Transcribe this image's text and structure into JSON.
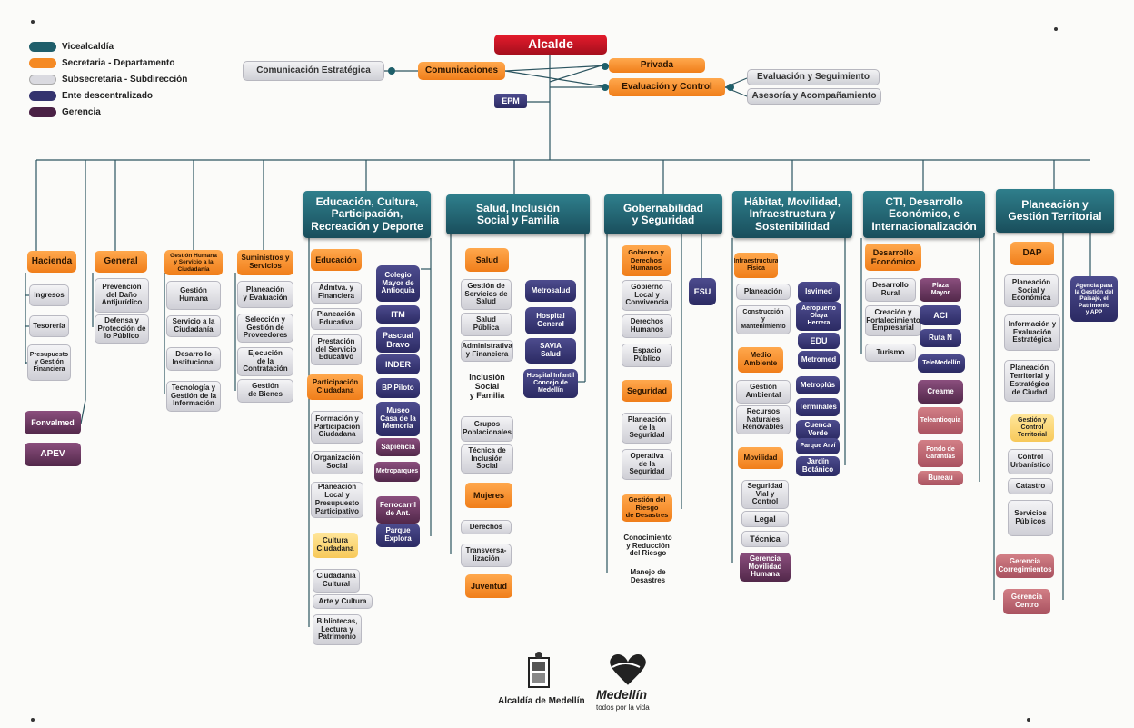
{
  "legend": [
    {
      "label": "Vicealcaldía",
      "color": "#1f5e6b"
    },
    {
      "label": "Secretaria - Departamento",
      "color": "#f58a24"
    },
    {
      "label": "Subsecretaria - Subdirección",
      "color": "#dadae0"
    },
    {
      "label": "Ente descentralizado",
      "color": "#34336e"
    },
    {
      "label": "Gerencia",
      "color": "#4a2145"
    }
  ],
  "top": {
    "alcalde": "Alcalde",
    "comunicacion_estrategica": "Comunicación Estratégica",
    "comunicaciones": "Comunicaciones",
    "privada": "Privada",
    "evaluacion_control": "Evaluación y Control",
    "evaluacion_seguimiento": "Evaluación y Seguimiento",
    "asesoria": "Asesoría y Acompañamiento",
    "epm": "EPM"
  },
  "left": {
    "hacienda": "Hacienda",
    "ingresos": "Ingresos",
    "tesoreria": "Tesorería",
    "presupuesto": "Presupuesto\ny Gestión\nFinanciera",
    "fonvalmed": "Fonvalmed",
    "apev": "APEV",
    "general": "General",
    "prevencion": "Prevención\ndel Daño\nAntijurídico",
    "defensa": "Defensa y\nProtección de\nlo Público",
    "gestion_humana_sec": "Gestión Humana\ny Servicio a la\nCiudadanía",
    "gestion_humana": "Gestión\nHumana",
    "servicio_ciudadania": "Servicio a la\nCiudadanía",
    "desarrollo_inst": "Desarrollo\nInstitucional",
    "tecnologia": "Tecnología y\nGestión de la\nInformación",
    "suministros": "Suministros y\nServicios",
    "planeacion_eval": "Planeación\ny Evaluación",
    "seleccion": "Selección y\nGestión de\nProveedores",
    "ejecucion": "Ejecución\nde la\nContratación",
    "bienes": "Gestión\nde Bienes"
  },
  "edu": {
    "vice": "Educación, Cultura,\nParticipación,\nRecreación y Deporte",
    "educacion": "Educación",
    "admtva": "Admtva. y\nFinanciera",
    "plan_edu": "Planeación\nEducativa",
    "prestacion": "Prestación\ndel Servicio\nEducativo",
    "participacion": "Participación\nCiudadana",
    "formacion": "Formación y\nParticipación\nCiudadana",
    "organizacion": "Organización\nSocial",
    "plan_local": "Planeación\nLocal y\nPresupuesto\nParticipativo",
    "cultura": "Cultura\nCiudadana",
    "ciud_cultural": "Ciudadanía\nCultural",
    "arte": "Arte y Cultura",
    "bibliotecas": "Bibliotecas,\nLectura y\nPatrimonio",
    "entes": [
      "Colegio\nMayor de\nAntioquia",
      "ITM",
      "Pascual\nBravo",
      "INDER",
      "BP Piloto",
      "Museo\nCasa de la\nMemoria",
      "Sapiencia",
      "Metroparques",
      "Ferrocarril\nde Ant.",
      "Parque\nExplora"
    ]
  },
  "salud": {
    "vice": "Salud, Inclusión\nSocial y Familia",
    "salud": "Salud",
    "gestion_serv": "Gestión de\nServicios de\nSalud",
    "salud_publica": "Salud\nPública",
    "admin_fin": "Administrativa\ny Financiera",
    "inclusion": "Inclusión\nSocial\ny Familia",
    "grupos": "Grupos\nPoblacionales",
    "tecnica": "Técnica de\nInclusión\nSocial",
    "mujeres": "Mujeres",
    "derechos": "Derechos",
    "transversal": "Transversa-\nlización",
    "juventud": "Juventud",
    "entes": [
      "Metrosalud",
      "Hospital\nGeneral",
      "SAVIA\nSalud",
      "Hospital Infantil\nConcejo de\nMedellín"
    ]
  },
  "gob": {
    "vice": "Gobernabilidad\ny Seguridad",
    "gobierno": "Gobierno y\nDerechos\nHumanos",
    "gob_local": "Gobierno\nLocal y\nConvivencia",
    "ddhh": "Derechos\nHumanos",
    "espacio": "Espacio\nPúblico",
    "seguridad": "Seguridad",
    "plan_seg": "Planeación\nde la\nSeguridad",
    "operativa": "Operativa\nde la\nSeguridad",
    "riesgo": "Gestión del\nRiesgo\nde Desastres",
    "conocimiento": "Conocimiento\ny Reducción\ndel Riesgo",
    "manejo": "Manejo de\nDesastres",
    "esu": "ESU"
  },
  "hab": {
    "vice": "Hábitat, Movilidad,\nInfraestructura y\nSostenibilidad",
    "infra": "Infraestructura\nFísica",
    "planeacion": "Planeación",
    "construccion": "Construcción\ny\nMantenimiento",
    "medio": "Medio\nAmbiente",
    "gest_amb": "Gestión\nAmbiental",
    "recursos": "Recursos\nNaturales\nRenovables",
    "movilidad": "Movilidad",
    "seg_vial": "Seguridad\nVial y\nControl",
    "legal": "Legal",
    "tecnica": "Técnica",
    "gerencia_mov": "Gerencia\nMovilidad\nHumana",
    "entes": [
      "Isvimed",
      "Aeropuerto\nOlaya\nHerrera",
      "EDU",
      "Metromed",
      "Metroplús",
      "Terminales",
      "Cuenca\nVerde",
      "Parque Arví",
      "Jardín\nBotánico"
    ]
  },
  "cti": {
    "vice": "CTI, Desarrollo\nEconómico, e\nInternacionalización",
    "desarrollo": "Desarrollo\nEconómico",
    "rural": "Desarrollo\nRural",
    "creacion": "Creación y\nFortalecimiento\nEmpresarial",
    "turismo": "Turismo",
    "entes": [
      "Plaza\nMayor",
      "ACI",
      "Ruta N",
      "TeleMedellín",
      "Creame",
      "Teleantioquia",
      "Fondo de\nGarantías",
      "Bureau"
    ]
  },
  "plan": {
    "vice": "Planeación y\nGestión Territorial",
    "dap": "DAP",
    "social": "Planeación\nSocial y\nEconómica",
    "informacion": "Información y\nEvaluación\nEstratégica",
    "territorial": "Planeación\nTerritorial y\nEstratégica\nde Ciudad",
    "gestion_control": "Gestión y\nControl\nTerritorial",
    "control_urb": "Control\nUrbanístico",
    "catastro": "Catastro",
    "servicios": "Servicios\nPúblicos",
    "corregimientos": "Gerencia\nCorregimientos",
    "centro": "Gerencia\nCentro",
    "agencia": "Agencia para\nla Gestión del\nPaisaje, el\nPatrimonio\ny APP"
  },
  "logos": {
    "alcaldia": "Alcaldía de Medellín",
    "medellin": "Medellín",
    "lema": "todos por la vida"
  }
}
